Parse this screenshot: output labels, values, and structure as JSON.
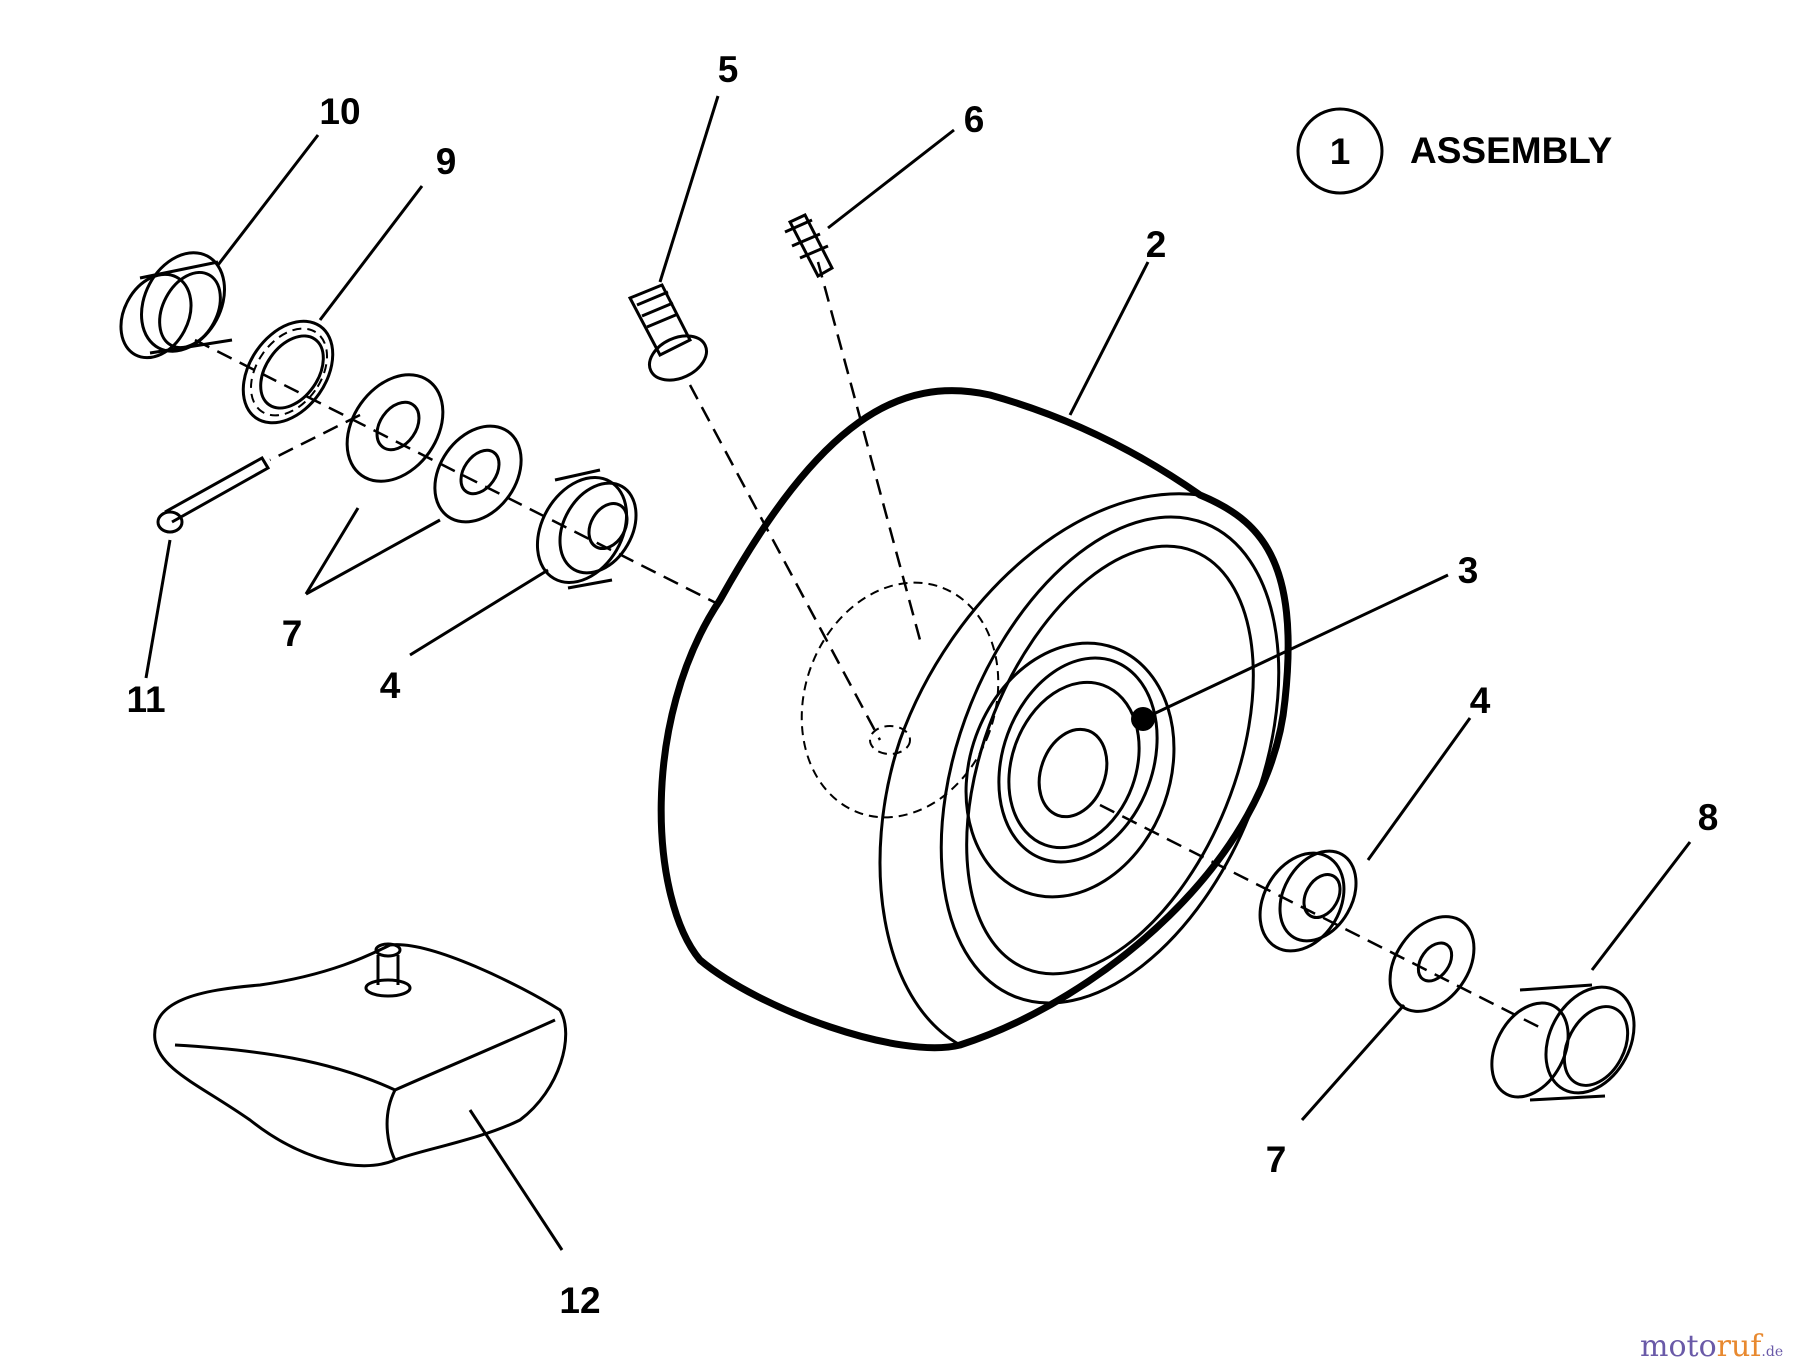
{
  "legend": {
    "symbol_number": "1",
    "text": "ASSEMBLY"
  },
  "callouts": {
    "c2": "2",
    "c3": "3",
    "c4a": "4",
    "c4b": "4",
    "c5": "5",
    "c6": "6",
    "c7a": "7",
    "c7b": "7",
    "c8": "8",
    "c9": "9",
    "c10": "10",
    "c11": "11",
    "c12": "12"
  },
  "watermark": {
    "part1": "moto",
    "part2": "ruf",
    "part3": ".de"
  },
  "colors": {
    "line": "#000000",
    "watermark_primary": "#6a5aa8",
    "watermark_accent": "#e8892f"
  }
}
